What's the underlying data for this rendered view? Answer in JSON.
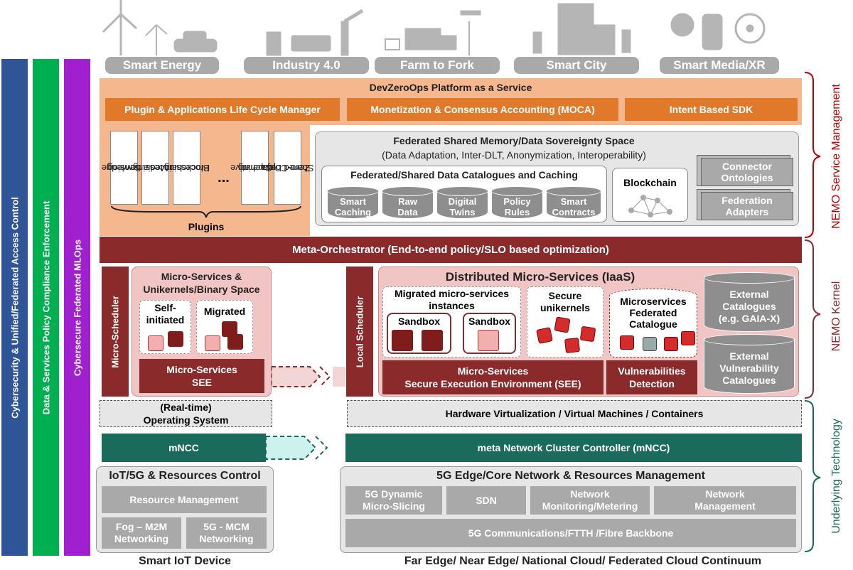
{
  "verticals": [
    "Smart Energy",
    "Industry 4.0",
    "Farm to Fork",
    "Smart City",
    "Smart Media/XR"
  ],
  "left_bars": {
    "cybersecurity": "Cybersecurity  &  Unified/Federated Access Control",
    "policy": "Data & Services Policy Compliance Enforcement",
    "mlops": "Cybersecure Federated MLOps"
  },
  "platform": {
    "title": "DevZeroOps Platform as a Service",
    "lifecycle": "Plugin & Applications Life Cycle Manager",
    "moca": "Monetization & Consensus Accounting (MOCA)",
    "sdk": "Intent Based SDK"
  },
  "plugins": {
    "items": [
      {
        "l1": "Knowledge",
        "l2": "Sensing"
      },
      {
        "l1": "Media",
        "l2": "Processing"
      },
      {
        "l1": "Blockchain",
        "l2": "Processing"
      },
      {
        "l1": "Cooperative",
        "l2": "Caching"
      },
      {
        "l1": "Zero-Copy",
        "l2": "Shared Data"
      }
    ],
    "ellipsis": "...",
    "label": "Plugins"
  },
  "fsm": {
    "title": "Federated Shared Memory/Data Sovereignty Space",
    "subtitle": "(Data Adaptation, Inter-DLT, Anonymization, Interoperability)",
    "catalogues_title": "Federated/Shared Data Catalogues and Caching",
    "cylinders": [
      {
        "l1": "Smart",
        "l2": "Caching"
      },
      {
        "l1": "Raw",
        "l2": "Data"
      },
      {
        "l1": "Digital",
        "l2": "Twins"
      },
      {
        "l1": "Policy",
        "l2": "Rules"
      },
      {
        "l1": "Smart",
        "l2": "Contracts"
      }
    ],
    "blockchain": "Blockchain",
    "connector": {
      "l1": "Connector",
      "l2": "Ontologies"
    },
    "federation": {
      "l1": "Federation",
      "l2": "Adapters"
    }
  },
  "meta_orchestrator": "Meta-Orchestrator (End-to-end policy/SLO based optimization)",
  "left_kernel": {
    "scheduler": "Micro-Scheduler",
    "title": {
      "l1": "Micro-Services &",
      "l2": "Unikernels/Binary Space"
    },
    "self_initiated": {
      "l1": "Self-",
      "l2": "initiated"
    },
    "migrated": "Migrated",
    "see": {
      "l1": "Micro-Services",
      "l2": "SEE"
    }
  },
  "right_kernel": {
    "scheduler": "Local Scheduler",
    "title": "Distributed Micro-Services (IaaS)",
    "migrated_title": {
      "l1": "Migrated micro-services",
      "l2": "instances"
    },
    "sandbox1": "Sandbox",
    "sandbox2": "Sandbox",
    "secure": {
      "l1": "Secure",
      "l2": "unikernels"
    },
    "catalogue": {
      "l1": "Microservices",
      "l2": "Federated",
      "l3": "Catalogue"
    },
    "see": {
      "l1": "Micro-Services",
      "l2": "Secure Execution Environment (SEE)"
    },
    "vuln": {
      "l1": "Vulnerabilities",
      "l2": "Detection"
    },
    "ext_cat": {
      "l1": "External",
      "l2": "Catalogues",
      "l3": "(e.g. GAIA-X)"
    },
    "ext_vuln": {
      "l1": "External",
      "l2": "Vulnerability",
      "l3": "Catalogues"
    }
  },
  "os": {
    "l1": "(Real-time)",
    "l2": "Operating System"
  },
  "hw_virt": "Hardware Virtualization / Virtual Machines / Containers",
  "mncc": "mNCC",
  "meta_ncc": "meta Network Cluster Controller (mNCC)",
  "iot": {
    "title": "IoT/5G & Resources Control",
    "resource": "Resource  Management",
    "fog": {
      "l1": "Fog – M2M",
      "l2": "Networking"
    },
    "mcm": {
      "l1": "5G - MCM",
      "l2": "Networking"
    }
  },
  "edge": {
    "title": "5G Edge/Core Network & Resources Management",
    "slicing": {
      "l1": "5G Dynamic",
      "l2": "Micro-Slicing"
    },
    "sdn": "SDN",
    "monitoring": {
      "l1": "Network",
      "l2": "Monitoring/Metering"
    },
    "management": {
      "l1": "Network",
      "l2": "Management"
    },
    "backbone": "5G  Communications/FTTH /Fibre Backbone"
  },
  "bottom": {
    "left": "Smart IoT Device",
    "right": "Far Edge/ Near Edge/ National Cloud/ Federated Cloud Continuum"
  },
  "right_labels": {
    "service_mgmt": "NEMO Service Management",
    "kernel": "NEMO Kernel",
    "underlying": "Underlying Technology"
  },
  "colors": {
    "orange": "#e07a2a",
    "peach": "#f5b78d",
    "maroon": "#8b2a2a",
    "pink": "#f2c5c5",
    "teal": "#1a6b5c",
    "blue": "#2f5597",
    "green": "#00b050",
    "purple": "#a020d0"
  }
}
